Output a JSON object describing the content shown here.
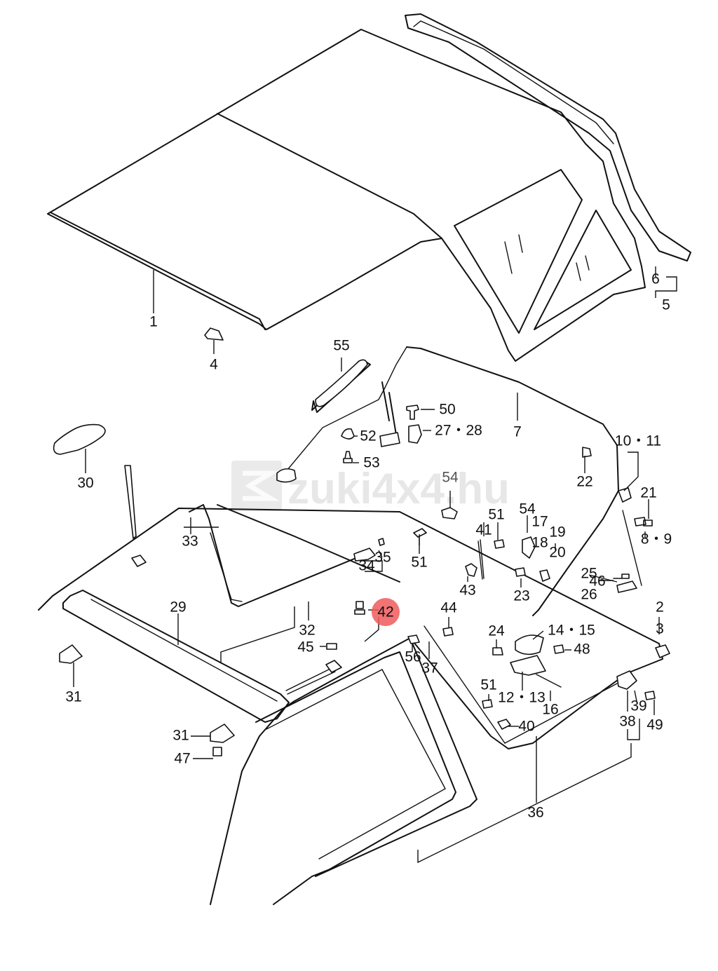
{
  "highlight": {
    "label": "42",
    "color": "#f05a5a"
  },
  "watermark": {
    "text": "zuki4x4.hu",
    "color": "#d4d4d4"
  },
  "part_labels": [
    {
      "id": "l1",
      "text": "1"
    },
    {
      "id": "l4",
      "text": "4"
    },
    {
      "id": "l5",
      "text": "5"
    },
    {
      "id": "l6",
      "text": "6"
    },
    {
      "id": "l7",
      "text": "7"
    },
    {
      "id": "l55",
      "text": "55"
    },
    {
      "id": "l50",
      "text": "50"
    },
    {
      "id": "l2728",
      "text": "27・28"
    },
    {
      "id": "l52",
      "text": "52"
    },
    {
      "id": "l53",
      "text": "53"
    },
    {
      "id": "l30",
      "text": "30"
    },
    {
      "id": "l54a",
      "text": "54"
    },
    {
      "id": "l1011",
      "text": "10・11"
    },
    {
      "id": "l22",
      "text": "22"
    },
    {
      "id": "l21",
      "text": "21"
    },
    {
      "id": "l89",
      "text": "8・9"
    },
    {
      "id": "l51a",
      "text": "51"
    },
    {
      "id": "l41",
      "text": "41"
    },
    {
      "id": "l54b",
      "text": "54"
    },
    {
      "id": "l17",
      "text": "17"
    },
    {
      "id": "l18",
      "text": "18"
    },
    {
      "id": "l19",
      "text": "19"
    },
    {
      "id": "l20",
      "text": "20"
    },
    {
      "id": "l33",
      "text": "33"
    },
    {
      "id": "l34",
      "text": "34"
    },
    {
      "id": "l35",
      "text": "35"
    },
    {
      "id": "l51b",
      "text": "51"
    },
    {
      "id": "l43",
      "text": "43"
    },
    {
      "id": "l23",
      "text": "23"
    },
    {
      "id": "l46",
      "text": "46"
    },
    {
      "id": "l25",
      "text": "25"
    },
    {
      "id": "l26",
      "text": "26"
    },
    {
      "id": "l29",
      "text": "29"
    },
    {
      "id": "l32",
      "text": "32"
    },
    {
      "id": "l44",
      "text": "44"
    },
    {
      "id": "l2",
      "text": "2"
    },
    {
      "id": "l3",
      "text": "3"
    },
    {
      "id": "l1415",
      "text": "14・15"
    },
    {
      "id": "l24",
      "text": "24"
    },
    {
      "id": "l48",
      "text": "48"
    },
    {
      "id": "l45",
      "text": "45"
    },
    {
      "id": "l56",
      "text": "56"
    },
    {
      "id": "l37",
      "text": "37"
    },
    {
      "id": "l1213",
      "text": "12・13"
    },
    {
      "id": "l16",
      "text": "16"
    },
    {
      "id": "l31a",
      "text": "31"
    },
    {
      "id": "l51c",
      "text": "51"
    },
    {
      "id": "l39",
      "text": "39"
    },
    {
      "id": "l49",
      "text": "49"
    },
    {
      "id": "l38",
      "text": "38"
    },
    {
      "id": "l40",
      "text": "40"
    },
    {
      "id": "l31b",
      "text": "31"
    },
    {
      "id": "l47",
      "text": "47"
    },
    {
      "id": "l36",
      "text": "36"
    }
  ]
}
